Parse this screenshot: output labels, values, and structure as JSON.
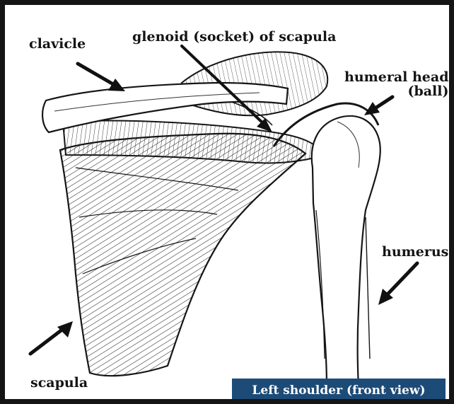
{
  "labels": {
    "clavicle": "clavicle",
    "glenoid": "glenoid (socket) of scapula",
    "humeral_head_line1": "humeral head",
    "humeral_head_line2": "(ball)",
    "humerus": "humerus",
    "scapula": "scapula"
  },
  "caption": "Left shoulder (front view)",
  "colors": {
    "frame": "#151515",
    "ink": "#141414",
    "caption_bg": "#1d4b78",
    "caption_text": "#ffffff",
    "paper": "#ffffff"
  }
}
